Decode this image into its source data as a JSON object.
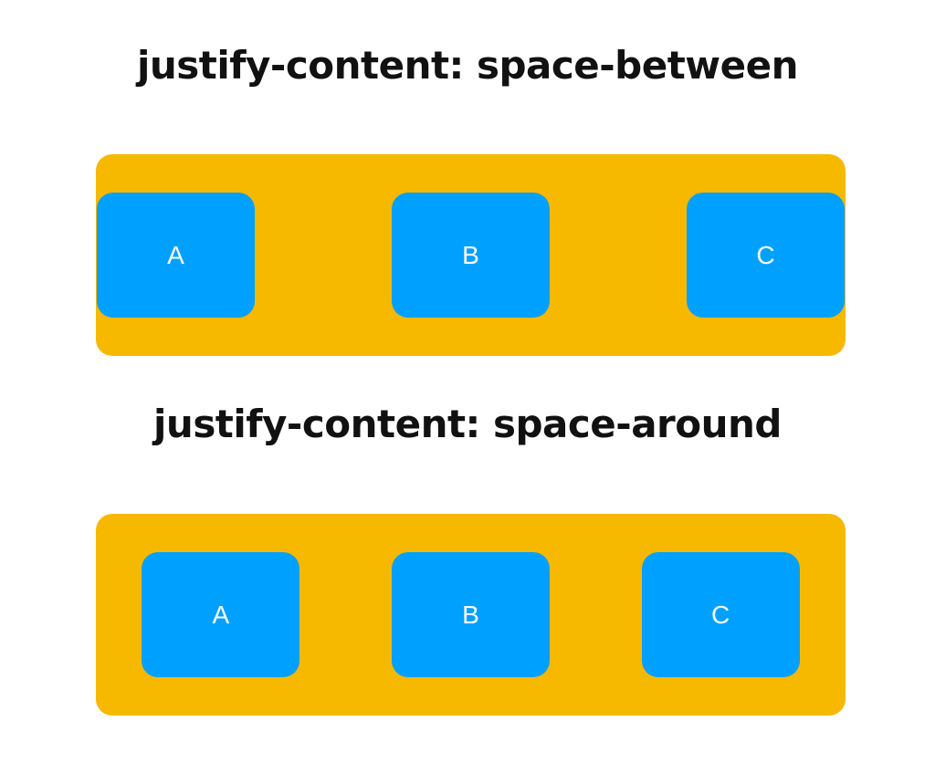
{
  "sections": [
    {
      "title": "justify-content: space-between",
      "items": [
        "A",
        "B",
        "C"
      ]
    },
    {
      "title": "justify-content: space-around",
      "items": [
        "A",
        "B",
        "C"
      ]
    }
  ],
  "colors": {
    "container": "#f7b800",
    "item": "#00a0ff",
    "item_text": "#ffffff",
    "heading": "#111111"
  }
}
